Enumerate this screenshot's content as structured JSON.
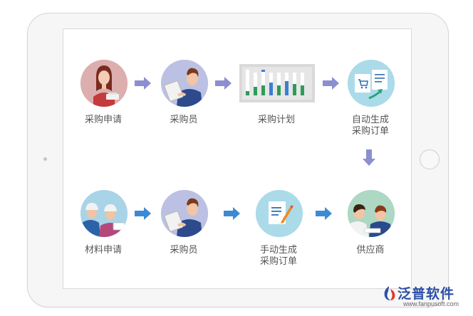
{
  "nodes": {
    "purchase_request": "采购申请",
    "purchaser_top": "采购员",
    "purchase_plan": "采购计划",
    "auto_order_line1": "自动生成",
    "auto_order_line2": "采购订单",
    "material_request": "材料申请",
    "purchaser_bottom": "采购员",
    "manual_order_line1": "手动生成",
    "manual_order_line2": "采购订单",
    "supplier": "供应商"
  },
  "watermark": {
    "brand": "泛普软件",
    "url": "www.fanpusoft.com"
  },
  "colors": {
    "top_arrow": "#8b8fd0",
    "bottom_arrow": "#3d8ad4",
    "vertical_arrow": "#8b8fd0"
  }
}
